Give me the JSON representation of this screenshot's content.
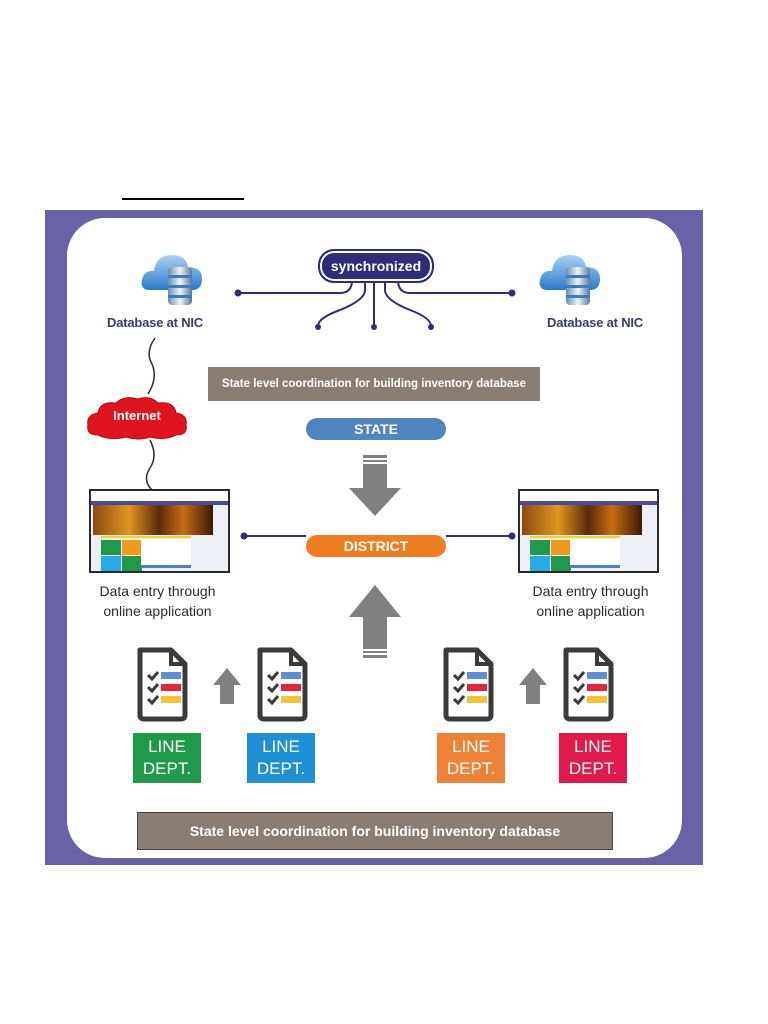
{
  "diagram": {
    "sync_label": "synchronized",
    "database_left": {
      "label": "Database at NIC",
      "icon": "cloud-database-icon"
    },
    "database_right": {
      "label": "Database at NIC",
      "icon": "cloud-database-icon"
    },
    "internet_label": "Internet",
    "coordination_top": "State level coordination for building inventory database",
    "coordination_bottom": "State level coordination for building inventory database",
    "state_label": "STATE",
    "district_label": "DISTRICT",
    "data_entry_left": {
      "line1": "Data entry through",
      "line2": "online application"
    },
    "data_entry_right": {
      "line1": "Data entry through",
      "line2": "online application"
    },
    "departments": [
      {
        "line1": "LINE",
        "line2": "DEPT.",
        "color": "#1e9a4a"
      },
      {
        "line1": "LINE",
        "line2": "DEPT.",
        "color": "#1f8fd6"
      },
      {
        "line1": "LINE",
        "line2": "DEPT.",
        "color": "#ef8236"
      },
      {
        "line1": "LINE",
        "line2": "DEPT.",
        "color": "#e21a4b"
      }
    ],
    "colors": {
      "frame": "#6a62a8",
      "sync_pill": "#2f2d7a",
      "state_pill": "#4f86bf",
      "district_pill": "#ef7d22",
      "coordination_bar": "#8a7d74",
      "internet_cloud": "#e0141c",
      "arrow": "#808080",
      "checklist_blue": "#5b8fd8",
      "checklist_red": "#e0263e",
      "checklist_yellow": "#f5c33a"
    }
  }
}
